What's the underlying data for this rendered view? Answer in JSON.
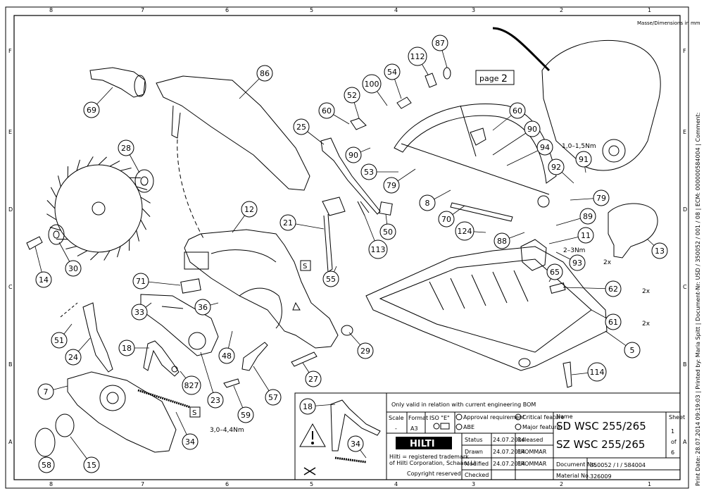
{
  "sheet": {
    "units_note": "Masse/Dimensions in mm",
    "page_ref": "page",
    "page_ref_num": "2",
    "side_note": "Print Date: 28.07.2014 09:19:03 | Printed by: Maria Spitt | Document-Nr: USD / 350052 / 001 / 08 | ECM: 000000584004 | Comment:",
    "s_marker": "S"
  },
  "grid": {
    "cols": [
      "8",
      "7",
      "6",
      "5",
      "4",
      "3",
      "2",
      "1"
    ],
    "rows": [
      "F",
      "E",
      "D",
      "C",
      "B",
      "A"
    ]
  },
  "parts": [
    {
      "id": "p86",
      "num": "86"
    },
    {
      "id": "p69",
      "num": "69"
    },
    {
      "id": "p28",
      "num": "28"
    },
    {
      "id": "p25",
      "num": "25"
    },
    {
      "id": "p12",
      "num": "12"
    },
    {
      "id": "p21",
      "num": "21"
    },
    {
      "id": "p14",
      "num": "14"
    },
    {
      "id": "p30",
      "num": "30"
    },
    {
      "id": "p71",
      "num": "71"
    },
    {
      "id": "p33",
      "num": "33"
    },
    {
      "id": "p36",
      "num": "36"
    },
    {
      "id": "p51",
      "num": "51"
    },
    {
      "id": "p24",
      "num": "24"
    },
    {
      "id": "p18",
      "num": "18"
    },
    {
      "id": "p48",
      "num": "48"
    },
    {
      "id": "p827",
      "num": "827"
    },
    {
      "id": "p23",
      "num": "23"
    },
    {
      "id": "p7",
      "num": "7"
    },
    {
      "id": "p34",
      "num": "34"
    },
    {
      "id": "p57",
      "num": "57"
    },
    {
      "id": "p59",
      "num": "59"
    },
    {
      "id": "p27",
      "num": "27"
    },
    {
      "id": "p29",
      "num": "29"
    },
    {
      "id": "p58",
      "num": "58"
    },
    {
      "id": "p15",
      "num": "15"
    },
    {
      "id": "p55",
      "num": "55"
    },
    {
      "id": "p113",
      "num": "113"
    },
    {
      "id": "p50",
      "num": "50"
    },
    {
      "id": "p70",
      "num": "70"
    },
    {
      "id": "p124",
      "num": "124"
    },
    {
      "id": "p88",
      "num": "88"
    },
    {
      "id": "p8",
      "num": "8"
    },
    {
      "id": "p53",
      "num": "53"
    },
    {
      "id": "p79a",
      "num": "79"
    },
    {
      "id": "p90a",
      "num": "90"
    },
    {
      "id": "p52",
      "num": "52"
    },
    {
      "id": "p60a",
      "num": "60"
    },
    {
      "id": "p100",
      "num": "100"
    },
    {
      "id": "p54",
      "num": "54"
    },
    {
      "id": "p112",
      "num": "112"
    },
    {
      "id": "p87",
      "num": "87"
    },
    {
      "id": "p60b",
      "num": "60"
    },
    {
      "id": "p90b",
      "num": "90"
    },
    {
      "id": "p94",
      "num": "94"
    },
    {
      "id": "p92",
      "num": "92"
    },
    {
      "id": "p91",
      "num": "91"
    },
    {
      "id": "p79b",
      "num": "79"
    },
    {
      "id": "p89",
      "num": "89"
    },
    {
      "id": "p11",
      "num": "11"
    },
    {
      "id": "p13",
      "num": "13"
    },
    {
      "id": "p93",
      "num": "93"
    },
    {
      "id": "p65",
      "num": "65"
    },
    {
      "id": "p62",
      "num": "62"
    },
    {
      "id": "p61",
      "num": "61"
    },
    {
      "id": "p5",
      "num": "5"
    },
    {
      "id": "p114",
      "num": "114"
    },
    {
      "id": "p18b",
      "num": "18"
    },
    {
      "id": "p34b",
      "num": "34"
    }
  ],
  "annotations": {
    "torque_top": "1,0–1,5Nm",
    "torque_mid": "2–3Nm",
    "torque_bottom": "3,0–4,4Nm",
    "qty_93": "2x",
    "qty_62": "2x",
    "qty_61": "2x"
  },
  "title_block": {
    "bom_note": "Only valid in relation with current engineering BOM",
    "scale_label": "Scale",
    "scale_value": "-",
    "format_label": "Format",
    "format_value": "A3",
    "iso_label": "ISO \"E\"",
    "approval_label": "Approval requirement",
    "abe_label": "ABE",
    "critical_label": "Critical feature",
    "major_label": "Major feature",
    "name_label": "Name",
    "name_line1": "SD WSC 255/265",
    "name_line2": "SZ WSC 255/265",
    "sheet_label": "Sheet",
    "sheet_num": "1",
    "sheet_of": "of",
    "sheet_total": "6",
    "logo_text": "HILTI",
    "trademark_line1": "Hilti = registered trademark",
    "trademark_line2": "of Hilti Corporation, Schaan, LI",
    "copyright": "Copyright reserved",
    "status_label": "Status",
    "status_date": "24.07.2014",
    "status_value": "Released",
    "drawn_label": "Drawn",
    "drawn_date": "24.07.2014",
    "drawn_value": "FROMMAR",
    "modified_label": "Modified",
    "modified_date": "24.07.2014",
    "modified_value": "FROMMAR",
    "checked_label": "Checked",
    "docno_label": "Document No.",
    "docno_value": "350052 / I / 584004",
    "matno_label": "Material No.",
    "matno_value": "326009"
  },
  "colors": {
    "line": "#000000",
    "paper": "#ffffff"
  }
}
